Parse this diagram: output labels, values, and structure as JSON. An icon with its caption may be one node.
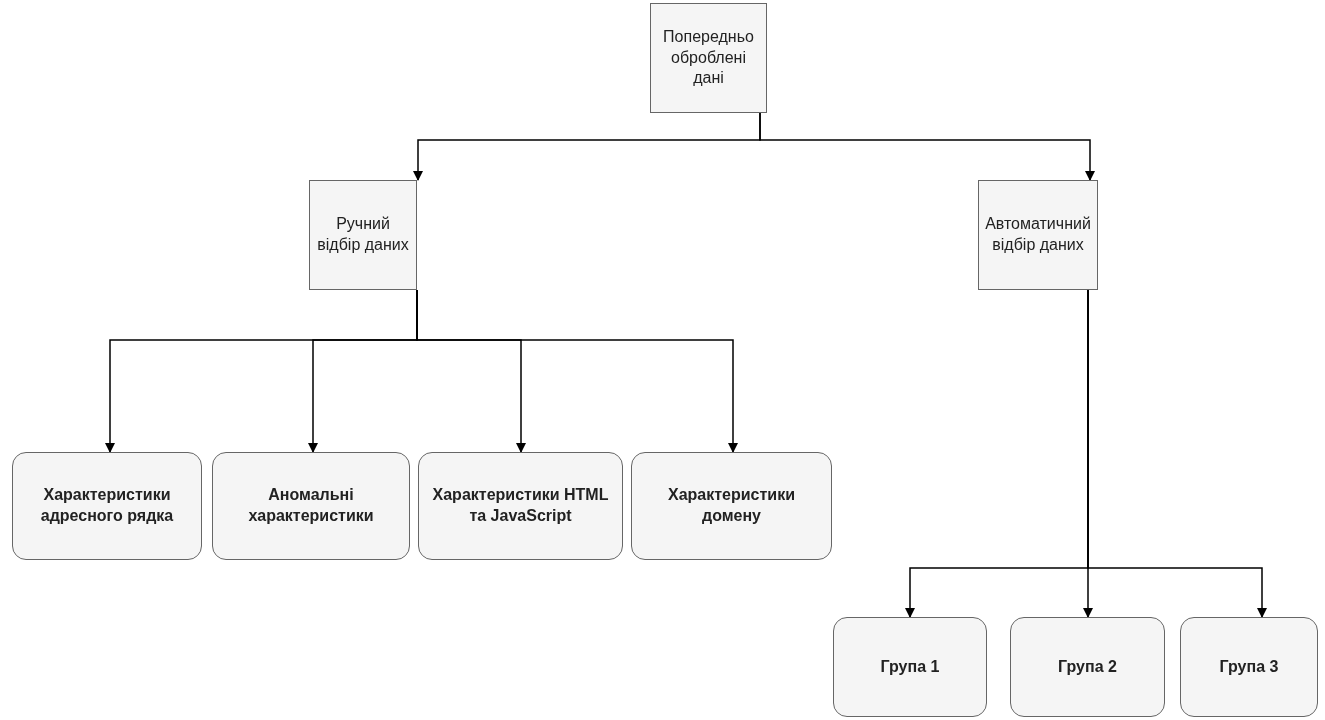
{
  "diagram": {
    "nodes": [
      {
        "text": [
          "Попередньо оброблені дані"
        ]
      },
      {
        "text": [
          "Ручний відбір даних"
        ]
      },
      {
        "text": [
          "Автоматичний відбір даних"
        ]
      },
      {
        "text": [
          "Характеристики адресного рядка"
        ]
      },
      {
        "text": [
          "Аномальні характеристики"
        ]
      },
      {
        "text": [
          "Характеристики HTML та JavaScript"
        ]
      },
      {
        "text": [
          "Характеристики домену"
        ]
      },
      {
        "text": [
          "Група 1"
        ]
      },
      {
        "text": [
          "Група 2"
        ]
      },
      {
        "text": [
          "Група 3"
        ]
      }
    ],
    "edges": [
      {
        "from": 0,
        "to": 1,
        "arrow": "to"
      },
      {
        "from": 0,
        "to": 2,
        "arrow": "to"
      },
      {
        "from": 1,
        "to": 3,
        "arrow": "to"
      },
      {
        "from": 1,
        "to": 4,
        "arrow": "to"
      },
      {
        "from": 1,
        "to": 5,
        "arrow": "to"
      },
      {
        "from": 1,
        "to": 6,
        "arrow": "to"
      },
      {
        "from": 2,
        "to": 7,
        "arrow": "to"
      },
      {
        "from": 2,
        "to": 8,
        "arrow": "to"
      },
      {
        "from": 2,
        "to": 9,
        "arrow": "to"
      }
    ]
  }
}
